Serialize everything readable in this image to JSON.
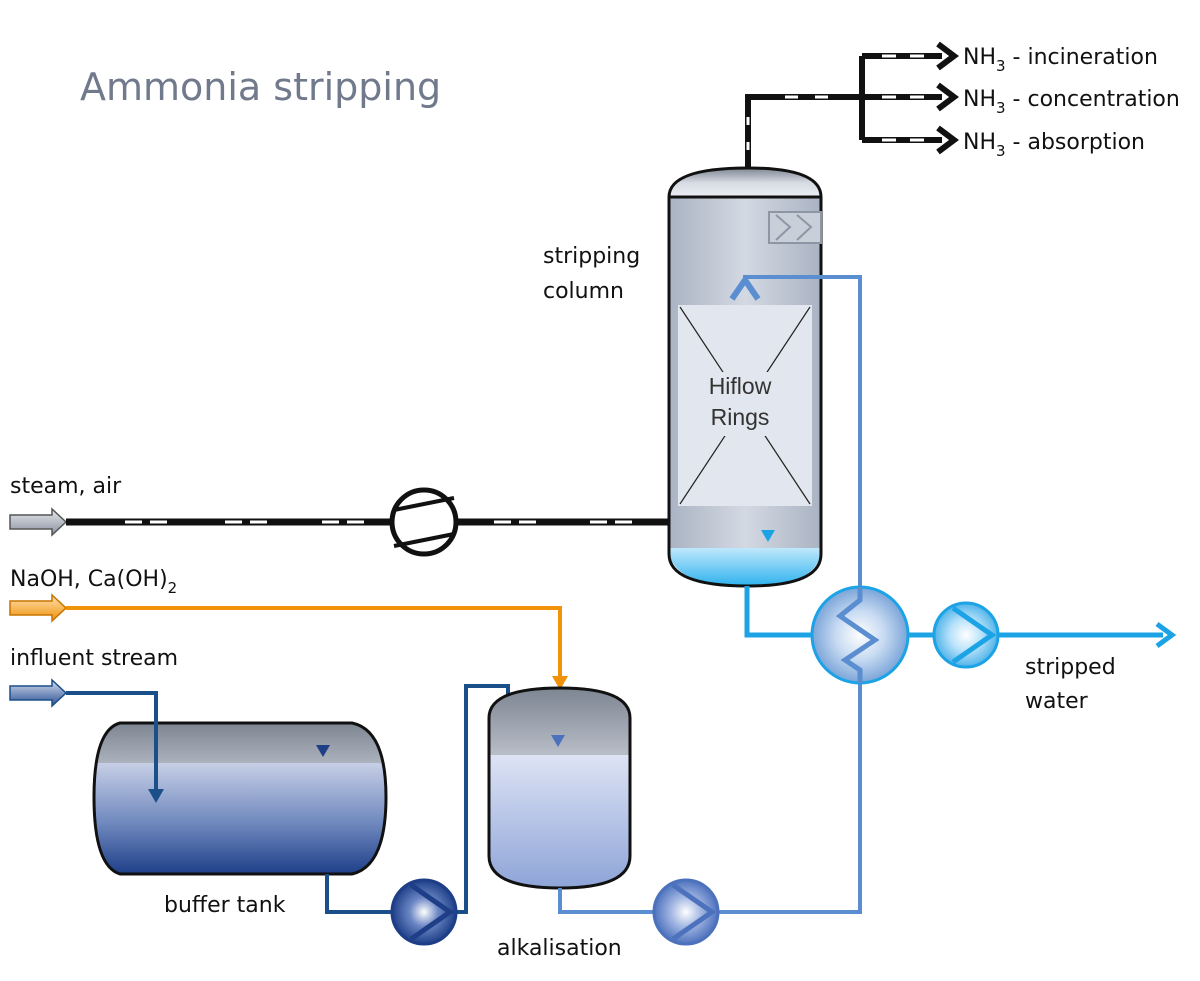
{
  "title": "Ammonia stripping",
  "labels": {
    "steam_air": "steam, air",
    "naoh": "NaOH, Ca(OH)",
    "naoh_sub": "2",
    "influent": "influent stream",
    "buffer_tank": "buffer tank",
    "alkalisation": "alkalisation",
    "stripping_column_1": "stripping",
    "stripping_column_2": "column",
    "hiflow_1": "Hiflow",
    "hiflow_2": "Rings",
    "stripped_1": "stripped",
    "stripped_2": "water"
  },
  "outputs": [
    {
      "prefix": "NH",
      "sub": "3",
      "suffix": " - incineration"
    },
    {
      "prefix": "NH",
      "sub": "3",
      "suffix": " - concentration"
    },
    {
      "prefix": "NH",
      "sub": "3",
      "suffix": " - absorption"
    }
  ],
  "colors": {
    "gas_line": "#111111",
    "chemical_line": "#f0920a",
    "influent_line": "#1b4f8a",
    "process_line": "#5b8ed0",
    "stripped_line": "#1ca3e6"
  }
}
